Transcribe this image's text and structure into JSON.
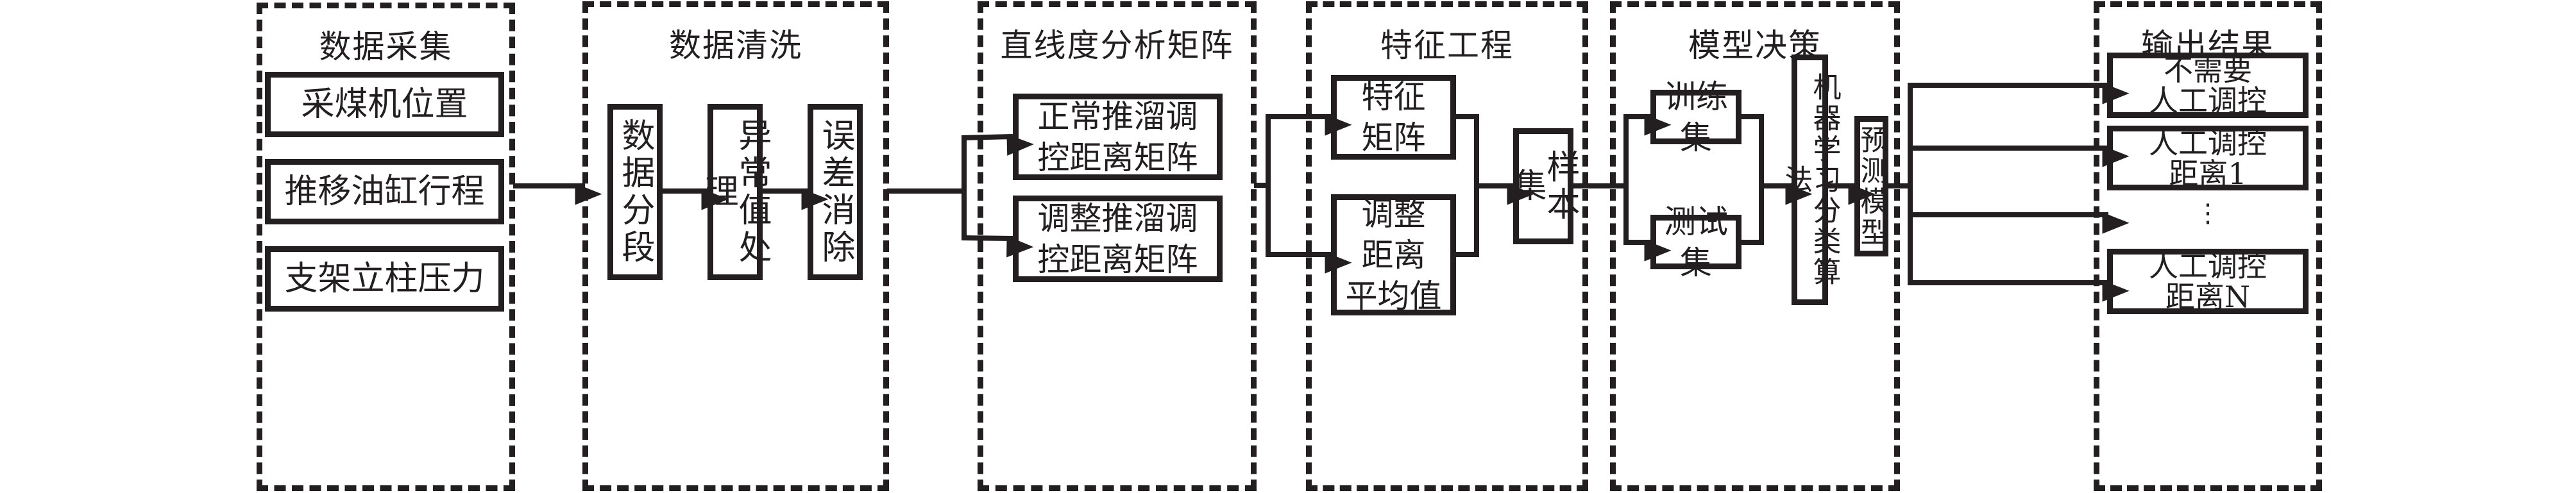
{
  "figure": {
    "groups": [
      {
        "id": "data-collection",
        "title": "数据采集",
        "items": [
          "采煤机位置",
          "推移油缸行程",
          "支架立柱压力"
        ]
      },
      {
        "id": "data-cleaning",
        "title": "数据清洗",
        "items": [
          "数据分段",
          "异常值处理",
          "误差消除"
        ]
      },
      {
        "id": "straightness-matrix",
        "title": "直线度分析矩阵",
        "items": [
          "正常推溜调\n控距离矩阵",
          "调整推溜调\n控距离矩阵"
        ]
      },
      {
        "id": "feature-engineering",
        "title": "特征工程",
        "items": [
          "特征\n矩阵",
          "调整\n距离\n平均值",
          "样本集"
        ]
      },
      {
        "id": "model-decision",
        "title": "模型决策",
        "items": [
          "训练集",
          "测试集",
          "机器学习分类算法",
          "预测模型"
        ]
      },
      {
        "id": "output-results",
        "title": "输出结果",
        "items": [
          "不需要\n人工调控",
          "人工调控\n距离1",
          "人工调控\n距离N"
        ],
        "ellipsis": "⋮"
      }
    ],
    "flow": [
      "数据采集 → 数据清洗",
      "数据分段 → 异常值处理 → 误差消除",
      "数据清洗 → 正常推溜调控距离矩阵 / 调整推溜调控距离矩阵",
      "直线度分析矩阵 → 特征矩阵 / 调整距离平均值",
      "特征矩阵 + 调整距离平均值 → 样本集",
      "样本集 → 训练集 / 测试集",
      "训练集 + 测试集 → 机器学习分类算法 → 预测模型",
      "预测模型 → 输出结果 (4 branches)"
    ],
    "colors": {
      "stroke": "#231f20",
      "background": "#ffffff"
    }
  }
}
